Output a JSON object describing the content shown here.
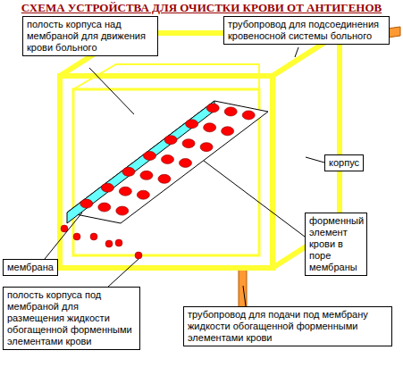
{
  "diagram": {
    "title": "СХЕМА УСТРОЙСТВА ДЛЯ ОЧИСТКИ КРОВИ ОТ АНТИГЕНОВ",
    "nodes": [
      {
        "text": [
          "полость корпуса над мембраной для движения крови больного"
        ]
      },
      {
        "text": [
          "трубопровод для подсоединения кровеносной системы больного"
        ]
      },
      {
        "text": [
          "корпус"
        ]
      },
      {
        "text": [
          "форменный элемент крови в поре мембраны"
        ]
      },
      {
        "text": [
          "мембрана"
        ]
      },
      {
        "text": [
          "полость корпуса под мембраной для размещения жидкости обогащенной форменными элементами крови"
        ]
      },
      {
        "text": [
          "трубопровод для подачи под мембрану жидкости обогащенной форменными элементами крови"
        ]
      }
    ]
  }
}
